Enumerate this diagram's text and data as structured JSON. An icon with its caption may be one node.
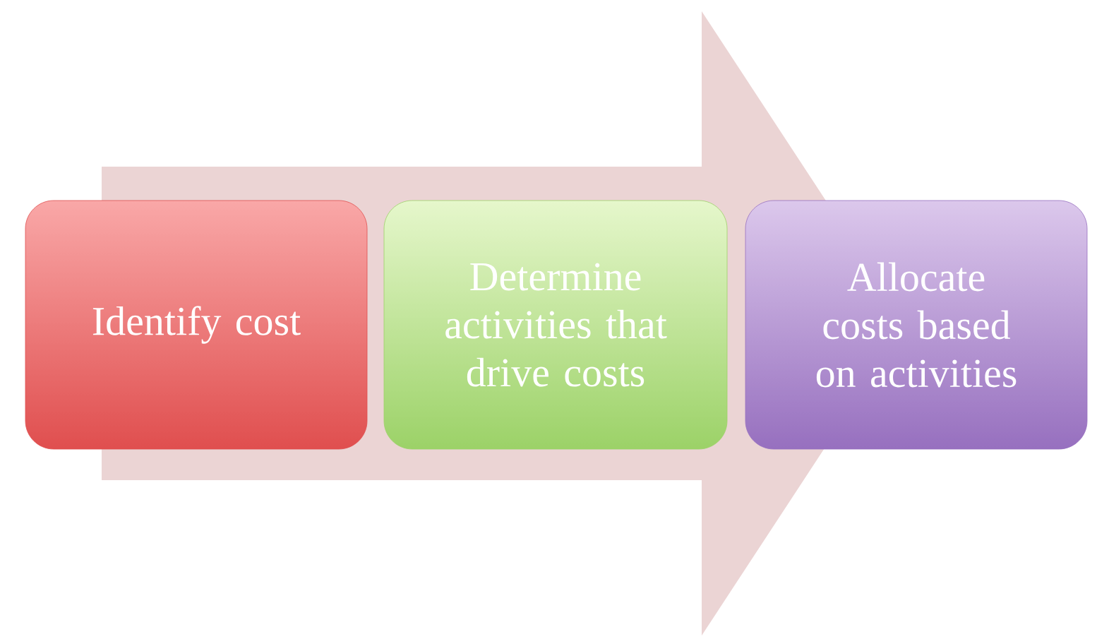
{
  "diagram": {
    "nodes": [
      {
        "text": [
          "Identify cost"
        ]
      },
      {
        "text": [
          "Determine activities that drive costs"
        ]
      },
      {
        "text": [
          "Allocate costs based on activities"
        ]
      }
    ],
    "edges": [
      {
        "from": 0,
        "to": 2,
        "arrow": "to"
      }
    ]
  }
}
